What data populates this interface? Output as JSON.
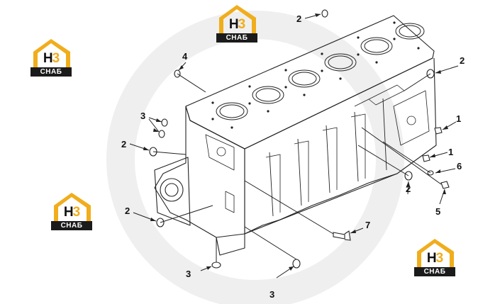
{
  "logo": {
    "letter": "Н",
    "number": "3",
    "caption": "СНАБ"
  },
  "callouts": {
    "c1a": "1",
    "c1b": "1",
    "c2a": "2",
    "c2b": "2",
    "c2c": "2",
    "c2d": "2",
    "c2e": "2",
    "c3a": "3",
    "c3b": "3",
    "c3c": "3",
    "c4": "4",
    "c5": "5",
    "c6": "6",
    "c7": "7"
  },
  "colors": {
    "line": "#222222",
    "logo_accent": "#f0ad1c",
    "logo_band": "#1b1b1b",
    "watermark": "#ececec"
  }
}
